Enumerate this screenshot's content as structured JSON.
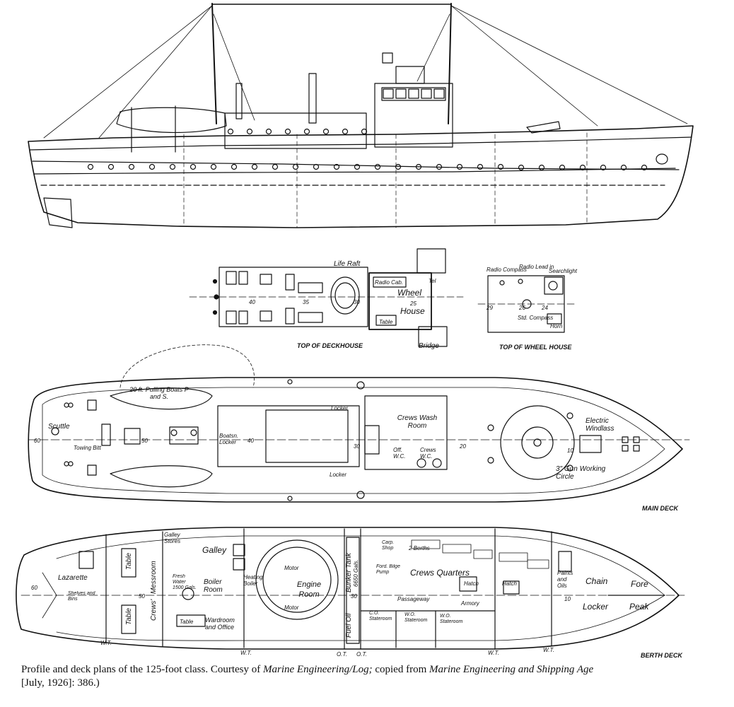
{
  "figure": {
    "caption": {
      "part1": "Profile and deck plans of the 125-foot class. Courtesy of ",
      "source1": "Marine Engineering/Log;",
      "part2": " copied from ",
      "source2": "Marine Engineering and Shipping Age",
      "part3": "[July, 1926]: 386.)"
    },
    "plan_titles": {
      "top_of_deckhouse": "TOP OF DECKHOUSE",
      "top_of_wheel_house": "TOP OF WHEEL HOUSE",
      "main_deck": "MAIN DECK",
      "berth_deck": "BERTH DECK"
    },
    "deckhouse_labels": {
      "life_raft": "Life Raft",
      "radio_cab": "Radio Cab.",
      "tel": "Tel",
      "wheel": "Wheel",
      "house": "House",
      "table": "Table",
      "bridge": "Bridge",
      "frame_40": "40",
      "frame_35": "35",
      "frame_30": "30",
      "frame_25": "25"
    },
    "wheelhouse_labels": {
      "radio_compass": "Radio Compass",
      "radio_lead_in": "Radio Lead in",
      "searchlight": "Searchlight",
      "std_compass": "Std. Compass",
      "horn": "Horn",
      "frame_29": "29",
      "frame_26": "26",
      "frame_24": "24"
    },
    "main_deck_labels": {
      "boats": "20 ft. Pulling Boats P and S.",
      "scuttle": "Scuttle",
      "towing_bitt": "Towing Bitt",
      "boatsn_locker": "Boatsn. Locker",
      "locker_top": "Locker",
      "locker_bottom": "Locker",
      "crews_wash_room": "Crews Wash Room",
      "off_wc": "Off. W.C.",
      "crews_wc": "Crews W.C.",
      "electric_windlass": "Electric Windlass",
      "gun_circle": "3\" Gun Working Circle",
      "frame_60": "60",
      "frame_50": "50",
      "frame_40": "40",
      "frame_30": "30",
      "frame_20": "20",
      "frame_10": "10"
    },
    "berth_deck_labels": {
      "lazarette": "Lazarette",
      "shelves_bins": "Shelves and Bins",
      "table_top": "Table",
      "table_bottom": "Table",
      "messroom": "Messroom",
      "crews": "Crews'",
      "galley_stores": "Galley Stores",
      "galley": "Galley",
      "fresh_water": "Fresh Water 1500 Gals.",
      "boiler_room": "Boiler Room",
      "heating_boiler": "Heating Boiler",
      "motor_top": "Motor",
      "motor_bottom": "Motor",
      "engine_room": "Engine Room",
      "bunker_tank": "Bunker Tank",
      "gals": "6650 Gals.",
      "fuel_oil": "Fuel Oil",
      "wardroom": "Wardroom and Office",
      "table_ward": "Table",
      "carp_shop": "Carp. Shop",
      "two_berths": "2 Berths",
      "bilge_pump": "Ford. Bilge Pump",
      "crews_quarters": "Crews Quarters",
      "passageway": "Passageway",
      "hatch1": "Hatch",
      "hatch2": "Hatch",
      "armory": "Armory",
      "co_stateroom": "C.O. Stateroom",
      "wo_stateroom1": "W.O. Stateroom",
      "wo_stateroom2": "W.O. Stateroom",
      "paints_oils": "Paints and Oils",
      "chain": "Chain",
      "locker": "Locker",
      "fore": "Fore",
      "peak": "Peak",
      "wt1": "W.T.",
      "wt2": "W.T.",
      "ot1": "O.T.",
      "ot2": "O.T.",
      "wt3": "W.T.",
      "wt4": "W.T.",
      "frame_60": "60",
      "frame_50": "50",
      "frame_30": "30",
      "frame_10": "10"
    }
  }
}
